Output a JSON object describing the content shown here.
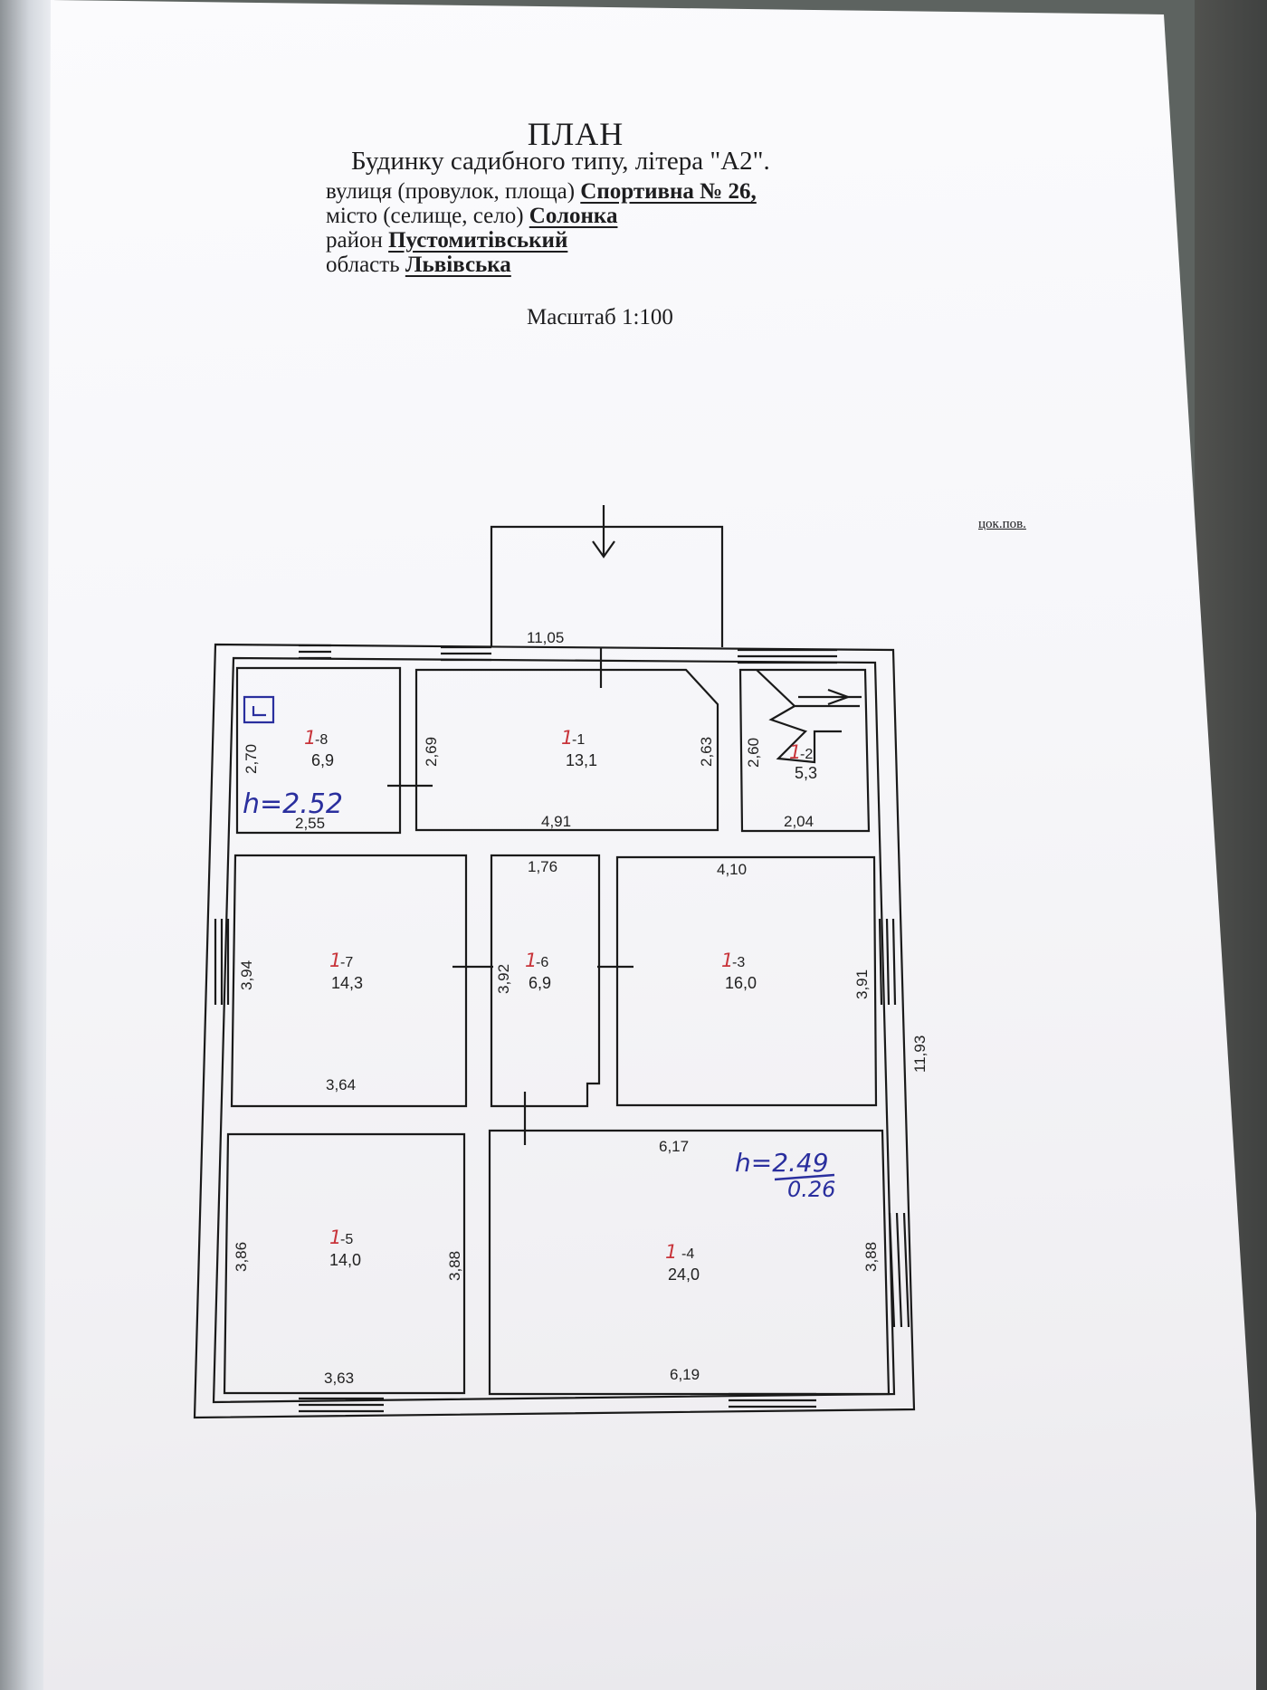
{
  "document": {
    "title": "ПЛАН",
    "subtitle": "Будинку садибного типу, літера \"А2\".",
    "street": {
      "label": "вулиця (провулок, площа)",
      "value": "Спортивна № 26,"
    },
    "city": {
      "label": "місто (селище, село)",
      "value": "Солонка"
    },
    "district": {
      "label": "район",
      "value": "Пустомитівський"
    },
    "region": {
      "label": "область",
      "value": "Львівська"
    },
    "scale": "Масштаб 1:100",
    "tsok_note": "цок.пов."
  },
  "plan": {
    "overall": {
      "width": "11,05",
      "length": "11,93"
    },
    "rooms": [
      {
        "id": "1-1",
        "number": "1",
        "suffix": "-1",
        "area": "13,1",
        "width": "4,91",
        "height": "2,69",
        "height_right": "2,63"
      },
      {
        "id": "1-2",
        "number": "1",
        "suffix": "-2",
        "area": "5,3",
        "width": "2,04",
        "height": "2,60"
      },
      {
        "id": "1-3",
        "number": "1",
        "suffix": "-3",
        "area": "16,0",
        "width": "4,10",
        "height": "3,91"
      },
      {
        "id": "1-4",
        "number": "1",
        "suffix": "-4",
        "area": "24,0",
        "width_top": "6,17",
        "width_bottom": "6,19",
        "height": "3,88"
      },
      {
        "id": "1-5",
        "number": "1",
        "suffix": "-5",
        "area": "14,0",
        "width": "3,63",
        "height_left": "3,86",
        "height_right": "3,88"
      },
      {
        "id": "1-6",
        "number": "1",
        "suffix": "-6",
        "area": "6,9",
        "width": "1,76",
        "height": "3,92"
      },
      {
        "id": "1-7",
        "number": "1",
        "suffix": "-7",
        "area": "14,3",
        "width": "3,64",
        "height": "3,94"
      },
      {
        "id": "1-8",
        "number": "1",
        "suffix": "-8",
        "area": "6,9",
        "width": "2,55",
        "height": "2,70"
      }
    ],
    "notes": {
      "h_room8": "h=2.52",
      "h_room4": "h=2.49",
      "h_room4_extra": "0.26"
    }
  }
}
